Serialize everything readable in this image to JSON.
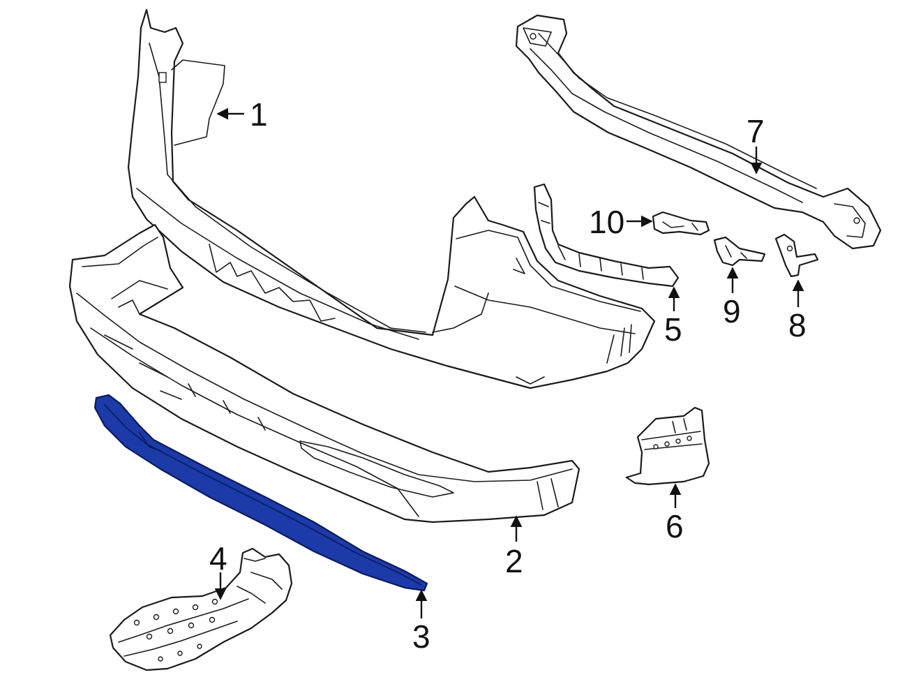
{
  "diagram": {
    "highlight_color": "#1c3aa8",
    "callouts": [
      "1",
      "2",
      "3",
      "4",
      "5",
      "6",
      "7",
      "8",
      "9",
      "10"
    ]
  }
}
